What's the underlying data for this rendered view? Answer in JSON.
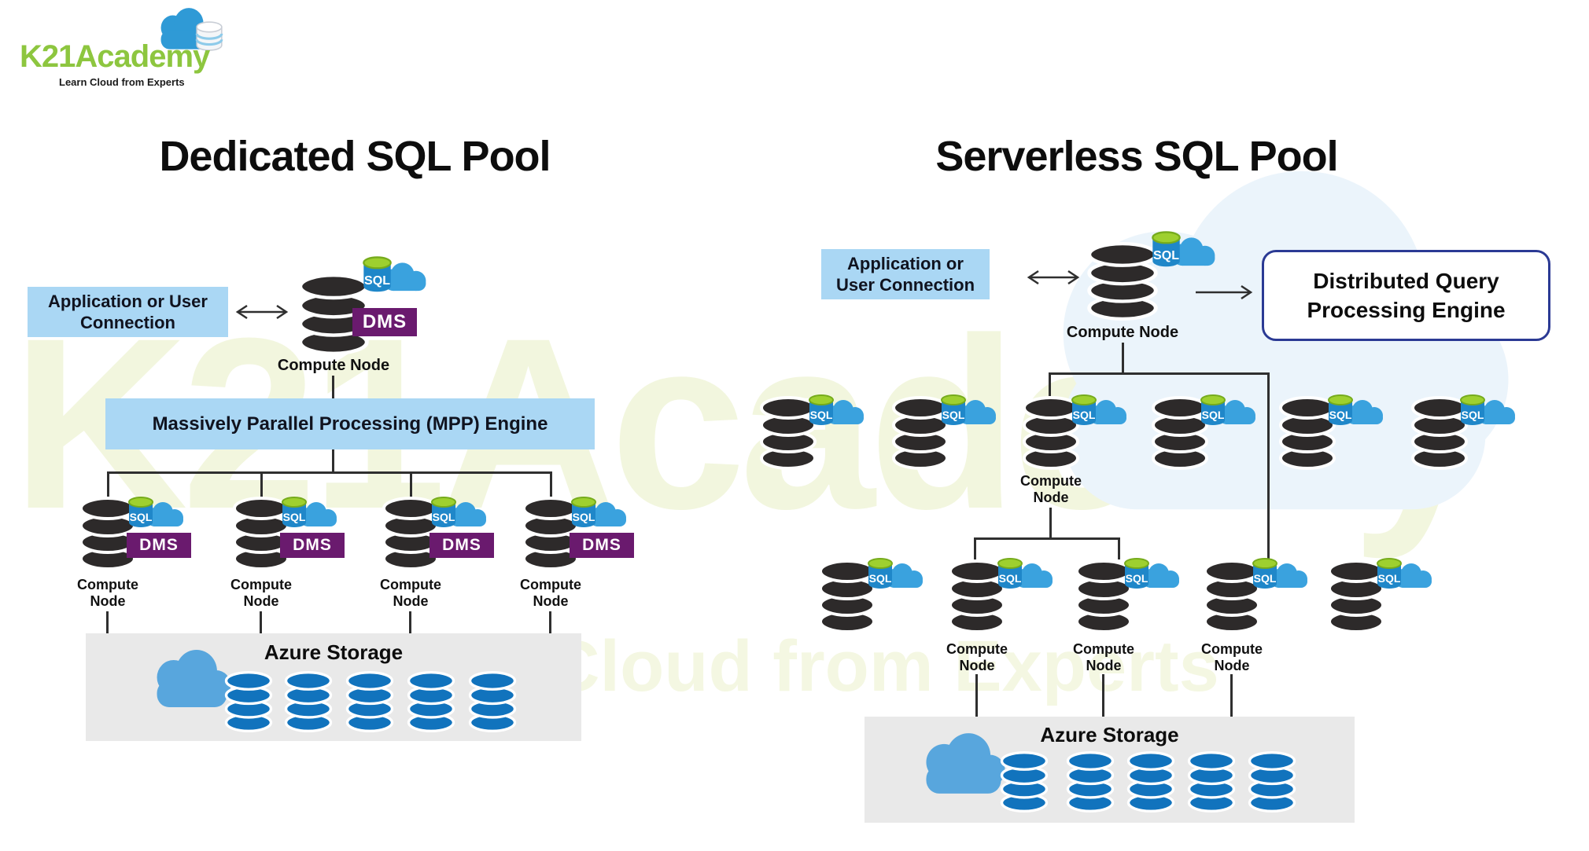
{
  "logo": {
    "brand": "K21Academy",
    "tagline": "Learn Cloud from Experts"
  },
  "watermark": {
    "line1": "K21Academy",
    "line2": "Learn Cloud from Experts"
  },
  "icons": {
    "sql_label": "SQL",
    "dms_label": "DMS",
    "names": [
      "database-cylinder-icon",
      "azure-sql-icon",
      "cloud-icon",
      "dms-badge"
    ]
  },
  "left": {
    "title": "Dedicated SQL Pool",
    "app_box": "Application or User Connection",
    "engine_box": "Massively Parallel Processing (MPP) Engine",
    "top_node_label": "Compute Node",
    "node_labels": [
      "Compute Node",
      "Compute Node",
      "Compute Node",
      "Compute Node"
    ],
    "storage_title": "Azure Storage"
  },
  "right": {
    "title": "Serverless SQL Pool",
    "app_box": "Application or User Connection",
    "engine_box": "Distributed Query Processing Engine",
    "top_node_label": "Compute Node",
    "row1_node_label": "Compute Node",
    "row2_node_labels": [
      "Compute Node",
      "Compute Node",
      "Compute Node"
    ],
    "storage_title": "Azure Storage"
  },
  "colors": {
    "app_box_blue": "#aad7f4",
    "engine_border_navy": "#2b3a94",
    "dms_purple": "#6a1a6e",
    "sql_cylinder_blue": "#1f87c9",
    "sql_top_green": "#9ed02f",
    "sql_cloud_blue": "#3aa2de",
    "db_dark": "#2d2a2a",
    "storage_box_gray": "#e9e9e9",
    "storage_db_blue": "#1173bd",
    "storage_cloud_blue": "#58a6dd",
    "brand_green": "#8dc63f",
    "connector_line": "#2f2f2f",
    "watermark_green": "rgba(203,219,124,0.25)",
    "watermark_cloud_blue": "#ebf4fb"
  }
}
